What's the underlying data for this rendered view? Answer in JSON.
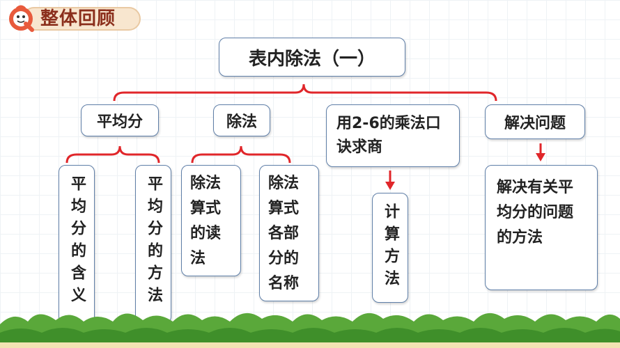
{
  "header": {
    "title": "整体回顾"
  },
  "root": {
    "label": "表内除法（一）"
  },
  "branches": [
    {
      "label": "平均分"
    },
    {
      "label": "除法"
    },
    {
      "label": "用2-6的乘法口诀求商"
    },
    {
      "label": "解决问题"
    }
  ],
  "leaves": {
    "avg_meaning": "平均分的含义",
    "avg_method": "平均分的方法",
    "div_reading": "除法算式的读法",
    "div_parts": "除法算式各部分的名称",
    "calc_method": "计算方法",
    "solve_method": "解决有关平均分的问题的方法"
  },
  "colors": {
    "connector": "#e0262a",
    "border": "#5f7fa8",
    "header_text": "#8b2f1c",
    "grass": "#5aa83a"
  }
}
